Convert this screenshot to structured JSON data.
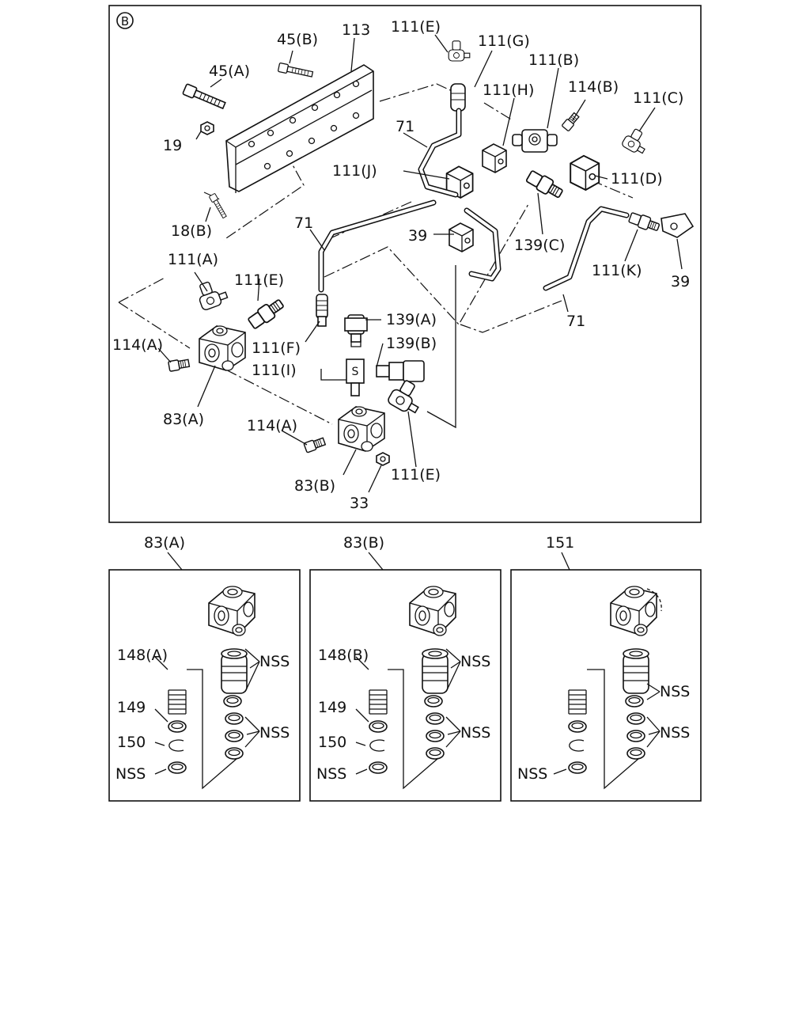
{
  "diagram": {
    "section_mark": "B",
    "callouts": {
      "c45b": "45(B)",
      "c113": "113",
      "c111e_top": "111(E)",
      "c111g": "111(G)",
      "c111b": "111(B)",
      "c45a": "45(A)",
      "c111h": "111(H)",
      "c114b": "114(B)",
      "c111c": "111(C)",
      "c71_top": "71",
      "c19": "19",
      "c111j": "111(J)",
      "c111d": "111(D)",
      "c18b": "18(B)",
      "c71_mid": "71",
      "c39_mid": "39",
      "c139c": "139(C)",
      "c111a": "111(A)",
      "c111e_mid": "111(E)",
      "c111k": "111(K)",
      "c39_right": "39",
      "c139a": "139(A)",
      "c71_bot": "71",
      "c114a_1": "114(A)",
      "c111f": "111(F)",
      "c139b": "139(B)",
      "c111i": "111(I)",
      "c83a": "83(A)",
      "c114a_2": "114(A)",
      "c111e_bot": "111(E)",
      "c83b": "83(B)",
      "c33": "33"
    },
    "details": [
      {
        "title": "83(A)",
        "spring": "148(A)",
        "washer": "149",
        "ring": "150",
        "seat": "NSS",
        "nss_upper": "NSS",
        "nss_lower": "NSS"
      },
      {
        "title": "83(B)",
        "spring": "148(B)",
        "washer": "149",
        "ring": "150",
        "seat": "NSS",
        "nss_upper": "NSS",
        "nss_lower": "NSS"
      },
      {
        "title": "151",
        "seat": "NSS",
        "nss_upper": "NSS",
        "nss_lower": "NSS"
      }
    ]
  }
}
